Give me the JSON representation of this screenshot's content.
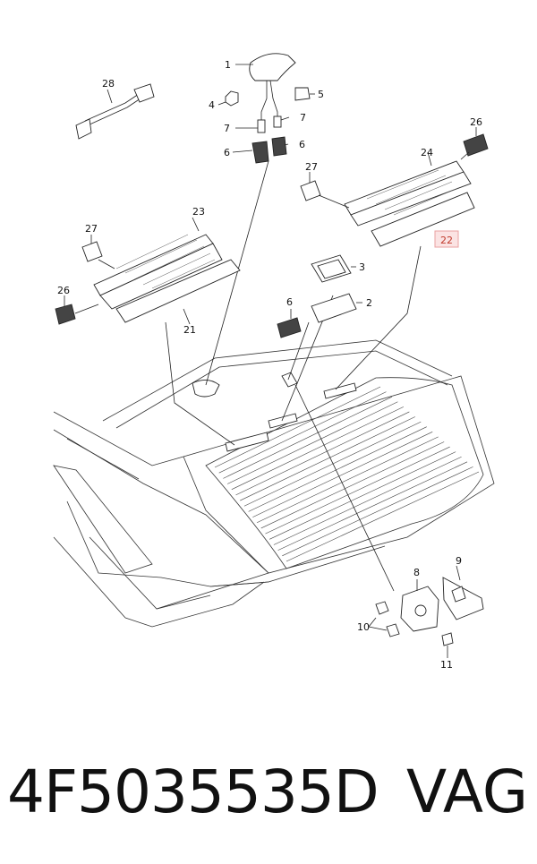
{
  "labels": [
    {
      "id": "1",
      "text": "1"
    },
    {
      "id": "2",
      "text": "2"
    },
    {
      "id": "3",
      "text": "3"
    },
    {
      "id": "4",
      "text": "4"
    },
    {
      "id": "5",
      "text": "5"
    },
    {
      "id": "6a",
      "text": "6"
    },
    {
      "id": "6b",
      "text": "6"
    },
    {
      "id": "6c",
      "text": "6"
    },
    {
      "id": "7a",
      "text": "7"
    },
    {
      "id": "7b",
      "text": "7"
    },
    {
      "id": "8",
      "text": "8"
    },
    {
      "id": "9",
      "text": "9"
    },
    {
      "id": "10",
      "text": "10"
    },
    {
      "id": "11",
      "text": "11"
    },
    {
      "id": "21",
      "text": "21"
    },
    {
      "id": "22",
      "text": "22"
    },
    {
      "id": "23",
      "text": "23"
    },
    {
      "id": "24",
      "text": "24"
    },
    {
      "id": "26a",
      "text": "26"
    },
    {
      "id": "26b",
      "text": "26"
    },
    {
      "id": "27a",
      "text": "27"
    },
    {
      "id": "27b",
      "text": "27"
    },
    {
      "id": "28",
      "text": "28"
    }
  ],
  "highlight_color": "#e8a0a0",
  "footer": {
    "part_number": "4F5035535D",
    "brand": "VAG"
  }
}
